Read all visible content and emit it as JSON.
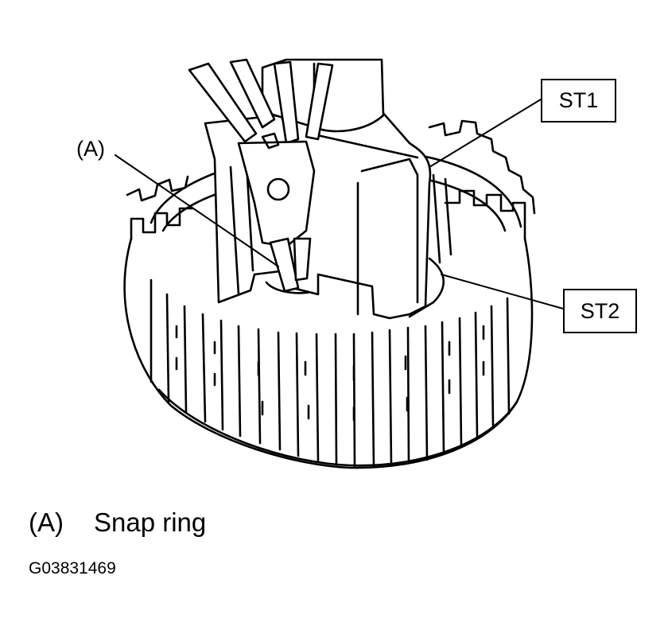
{
  "callouts": {
    "a": "(A)",
    "st1": "ST1",
    "st2": "ST2"
  },
  "legend": {
    "key": "(A)",
    "text": "Snap ring"
  },
  "figure_id": "G03831469"
}
